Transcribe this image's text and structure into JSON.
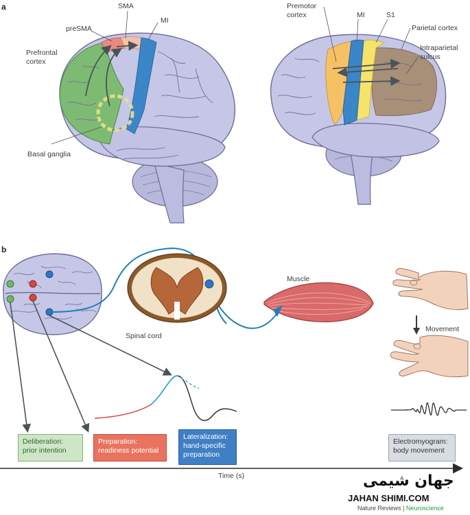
{
  "panel_a": {
    "letter": "a",
    "left_brain_labels": {
      "sma": "SMA",
      "presma": "preSMA",
      "mi": "MI",
      "prefrontal_line1": "Prefrontal",
      "prefrontal_line2": "cortex",
      "basal_ganglia": "Basal ganglia"
    },
    "right_brain_labels": {
      "premotor_line1": "Premotor",
      "premotor_line2": "cortex",
      "mi": "MI",
      "s1": "S1",
      "parietal": "Parietal cortex",
      "intraparietal_line1": "Intraparietal",
      "intraparietal_line2": "sulcus"
    }
  },
  "panel_b": {
    "letter": "b",
    "spinal_cord": "Spinal cord",
    "muscle": "Muscle",
    "movement": "Movement",
    "time_axis": "Time (s)",
    "boxes": {
      "deliberation": [
        "Deliberation:",
        "prior intention"
      ],
      "preparation": [
        "Preparation:",
        "readiness potential"
      ],
      "lateralization": [
        "Lateralization:",
        "hand-specific",
        "preparation"
      ],
      "emg": [
        "Electromyogram:",
        "body movement"
      ]
    }
  },
  "colors": {
    "prefrontal": "#7dbb72",
    "presma": "#e98a80",
    "sma": "#f1c2aa",
    "mi": "#3b86c8",
    "s1": "#f5e36b",
    "premotor": "#f6c165",
    "parietal": "#a88f78",
    "brain": "#c6c6e6",
    "nerve": "#1f7fb8"
  },
  "watermark": {
    "persian": "جهان شیمی",
    "latin": "JAHAN SHIMI.COM",
    "journal": "Nature Reviews",
    "section": "Neuroscience"
  }
}
